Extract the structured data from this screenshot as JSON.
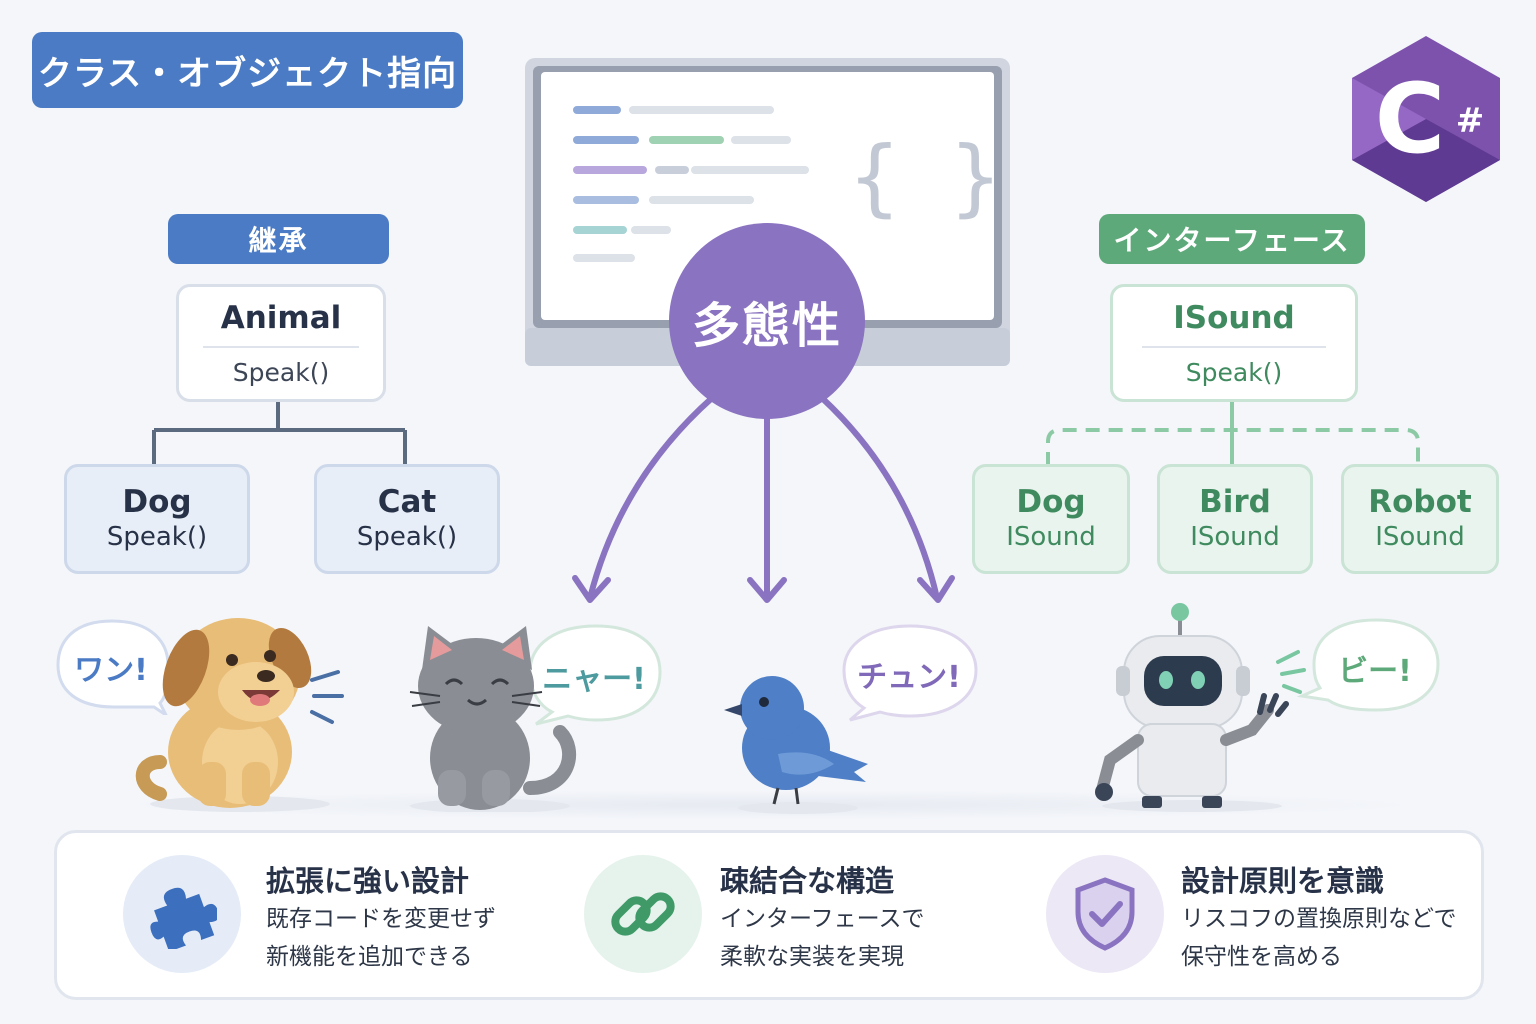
{
  "header": {
    "title": "クラス・オブジェクト指向"
  },
  "logo": {
    "text": "C",
    "hash": "#",
    "color": "#7b4fa8"
  },
  "inheritance": {
    "label": "継承",
    "parent": {
      "name": "Animal",
      "method": "Speak()"
    },
    "children": [
      {
        "name": "Dog",
        "method": "Speak()"
      },
      {
        "name": "Cat",
        "method": "Speak()"
      }
    ]
  },
  "interface": {
    "label": "インターフェース",
    "parent": {
      "name": "ISound",
      "method": "Speak()"
    },
    "children": [
      {
        "name": "Dog",
        "method": "ISound"
      },
      {
        "name": "Bird",
        "method": "ISound"
      },
      {
        "name": "Robot",
        "method": "ISound"
      }
    ]
  },
  "polymorphism": {
    "label": "多態性"
  },
  "bubbles": {
    "dog": "ワン!",
    "cat": "ニャー!",
    "bird": "チュン!",
    "robot": "ビー!"
  },
  "features": [
    {
      "icon": "puzzle-icon",
      "title": "拡張に強い設計",
      "line1": "既存コードを変更せず",
      "line2": "新機能を追加できる"
    },
    {
      "icon": "chain-link-icon",
      "title": "疎結合な構造",
      "line1": "インターフェースで",
      "line2": "柔軟な実装を実現"
    },
    {
      "icon": "shield-check-icon",
      "title": "設計原則を意識",
      "line1": "リスコフの置換原則などで",
      "line2": "保守性を高める"
    }
  ],
  "colors": {
    "blue": "#4a7bc4",
    "green": "#5ea97a",
    "purple": "#8a73c0"
  }
}
